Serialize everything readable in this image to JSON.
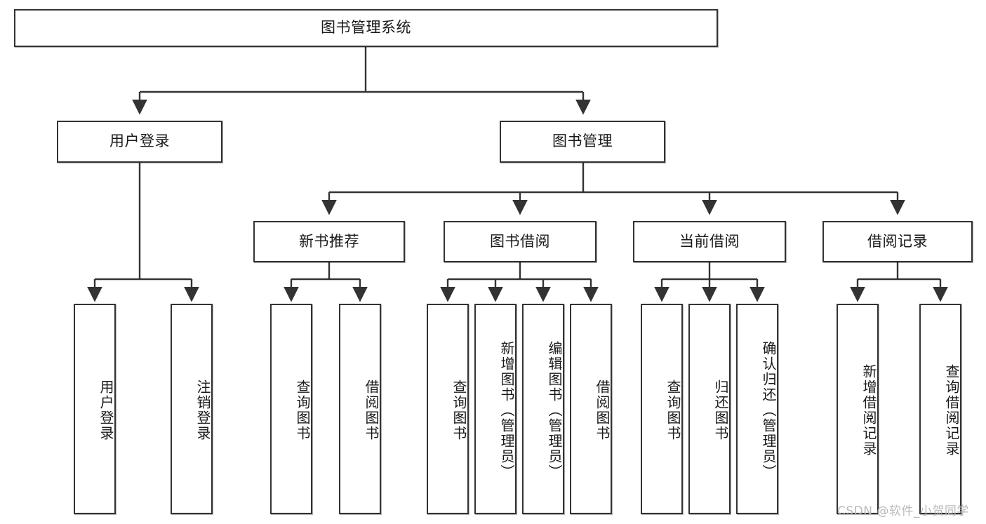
{
  "diagram": {
    "title": "图书管理系统",
    "type": "hierarchy-tree",
    "watermark": "CSDN @软件_小贺同学",
    "colors": {
      "border": "#333333",
      "background": "#ffffff",
      "text": "#1a1a1a",
      "connector": "#333333",
      "watermark": "#b9b9b9"
    },
    "nodes": {
      "root": {
        "label": "图书管理系统"
      },
      "level2": [
        {
          "id": "user-login",
          "label": "用户登录"
        },
        {
          "id": "book-manage",
          "label": "图书管理"
        }
      ],
      "level3": [
        {
          "id": "new-book-recommend",
          "label": "新书推荐"
        },
        {
          "id": "book-borrow",
          "label": "图书借阅"
        },
        {
          "id": "current-borrow",
          "label": "当前借阅"
        },
        {
          "id": "borrow-record",
          "label": "借阅记录"
        }
      ],
      "leaves": [
        {
          "id": "leaf-user-login",
          "label": "用户登录"
        },
        {
          "id": "leaf-logout-login",
          "label": "注销登录"
        },
        {
          "id": "leaf-query-book-1",
          "label": "查询图书"
        },
        {
          "id": "leaf-borrow-book-1",
          "label": "借阅图书"
        },
        {
          "id": "leaf-query-book-2",
          "label": "查询图书"
        },
        {
          "id": "leaf-add-book-admin",
          "label": "新增图书（管理员）"
        },
        {
          "id": "leaf-edit-book-admin",
          "label": "编辑图书（管理员）"
        },
        {
          "id": "leaf-borrow-book-2",
          "label": "借阅图书"
        },
        {
          "id": "leaf-query-book-3",
          "label": "查询图书"
        },
        {
          "id": "leaf-return-book",
          "label": "归还图书"
        },
        {
          "id": "leaf-confirm-return-admin",
          "label": "确认归还（管理员）"
        },
        {
          "id": "leaf-add-borrow-record",
          "label": "新增借阅记录"
        },
        {
          "id": "leaf-query-borrow-record",
          "label": "查询借阅记录"
        }
      ]
    },
    "edges": [
      {
        "from": "图书管理系统",
        "to": "用户登录"
      },
      {
        "from": "图书管理系统",
        "to": "图书管理"
      },
      {
        "from": "用户登录",
        "to": "用户登录"
      },
      {
        "from": "用户登录",
        "to": "注销登录"
      },
      {
        "from": "图书管理",
        "to": "新书推荐"
      },
      {
        "from": "图书管理",
        "to": "图书借阅"
      },
      {
        "from": "图书管理",
        "to": "当前借阅"
      },
      {
        "from": "图书管理",
        "to": "借阅记录"
      },
      {
        "from": "新书推荐",
        "to": "查询图书"
      },
      {
        "from": "新书推荐",
        "to": "借阅图书"
      },
      {
        "from": "图书借阅",
        "to": "查询图书"
      },
      {
        "from": "图书借阅",
        "to": "新增图书（管理员）"
      },
      {
        "from": "图书借阅",
        "to": "编辑图书（管理员）"
      },
      {
        "from": "图书借阅",
        "to": "借阅图书"
      },
      {
        "from": "当前借阅",
        "to": "查询图书"
      },
      {
        "from": "当前借阅",
        "to": "归还图书"
      },
      {
        "from": "当前借阅",
        "to": "确认归还（管理员）"
      },
      {
        "from": "借阅记录",
        "to": "新增借阅记录"
      },
      {
        "from": "借阅记录",
        "to": "查询借阅记录"
      }
    ]
  }
}
